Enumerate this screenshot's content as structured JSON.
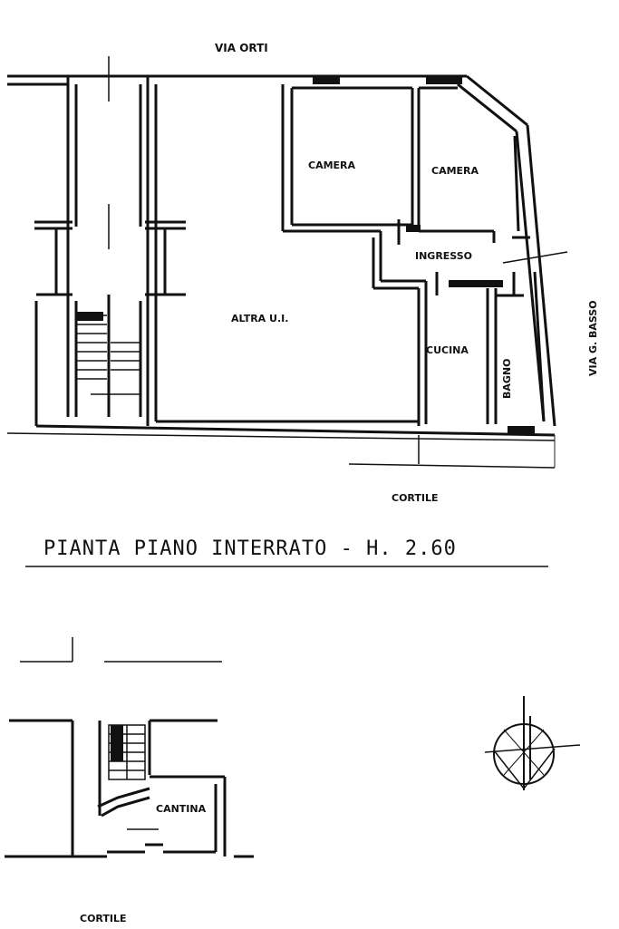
{
  "top_plan": {
    "street_top": "VIA ORTI",
    "street_right": "VIA G. BASSO",
    "courtyard": "CORTILE",
    "rooms": {
      "camera_left": "CAMERA",
      "camera_right": "CAMERA",
      "ingresso": "INGRESSO",
      "altra_ui": "ALTRA U.I.",
      "cucina": "CUCINA",
      "bagno": "BAGNO"
    }
  },
  "plan_title": "PIANTA PIANO INTERRATO - H. 2.60",
  "bottom_plan": {
    "cantina": "CANTINA",
    "courtyard": "CORTILE"
  },
  "compass": {
    "icon": "north-arrow-icon"
  }
}
